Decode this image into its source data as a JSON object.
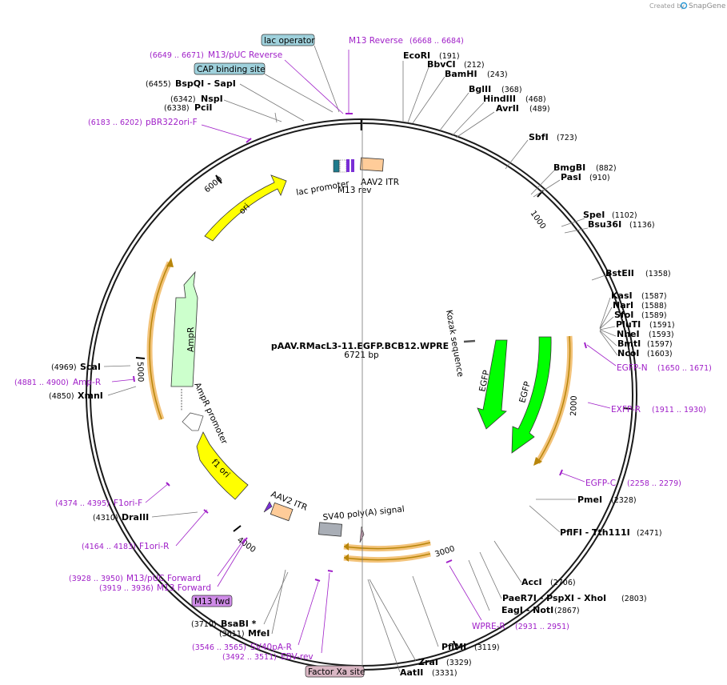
{
  "credit": {
    "created_by": "Created by",
    "brand": "SnapGene"
  },
  "plasmid": {
    "name": "pAAV.RMacL3-11.EGFP.BCB12.WPRE",
    "length_label": "6721 bp"
  },
  "ticks": [
    "1000",
    "2000",
    "3000",
    "4000",
    "5000",
    "6000"
  ],
  "boxed_labels": [
    "lac operator",
    "CAP binding site",
    "M13 fwd",
    "Factor Xa site"
  ],
  "sites": [
    {
      "name": "EcoRI",
      "pos": "(191)"
    },
    {
      "name": "BbvCI",
      "pos": "(212)"
    },
    {
      "name": "BamHI",
      "pos": "(243)"
    },
    {
      "name": "BglII",
      "pos": "(368)"
    },
    {
      "name": "HindIII",
      "pos": "(468)"
    },
    {
      "name": "AvrII",
      "pos": "(489)"
    },
    {
      "name": "SbfI",
      "pos": "(723)"
    },
    {
      "name": "BmgBI",
      "pos": "(882)"
    },
    {
      "name": "PasI",
      "pos": "(910)"
    },
    {
      "name": "SpeI",
      "pos": "(1102)"
    },
    {
      "name": "Bsu36I",
      "pos": "(1136)"
    },
    {
      "name": "BstEII",
      "pos": "(1358)"
    },
    {
      "name": "KasI",
      "pos": "(1587)"
    },
    {
      "name": "NarI",
      "pos": "(1588)"
    },
    {
      "name": "SfoI",
      "pos": "(1589)"
    },
    {
      "name": "PluTI",
      "pos": "(1591)"
    },
    {
      "name": "NheI",
      "pos": "(1593)"
    },
    {
      "name": "BmtI",
      "pos": "(1597)"
    },
    {
      "name": "NcoI",
      "pos": "(1603)"
    },
    {
      "name": "PmeI",
      "pos": "(2328)"
    },
    {
      "name": "PflFI - Tth111I",
      "pos": "(2471)"
    },
    {
      "name": "AccI",
      "pos": "(2706)"
    },
    {
      "name": "PaeR7I - PspXI - XhoI",
      "pos": "(2803)"
    },
    {
      "name": "EagI - NotI",
      "pos": "(2867)"
    },
    {
      "name": "PflMI",
      "pos": "(3119)"
    },
    {
      "name": "ZraI",
      "pos": "(3329)"
    },
    {
      "name": "AatII",
      "pos": "(3331)"
    },
    {
      "name": "BsaBI *",
      "pos": "(3710)"
    },
    {
      "name": "MfeI",
      "pos": "(3611)"
    },
    {
      "name": "DraIII",
      "pos": "(4310)"
    },
    {
      "name": "XmnI",
      "pos": "(4850)"
    },
    {
      "name": "ScaI",
      "pos": "(4969)"
    },
    {
      "name": "PciI",
      "pos": "(6338)"
    },
    {
      "name": "NspI",
      "pos": "(6342)"
    },
    {
      "name": "BspQI - SapI",
      "pos": "(6455)"
    }
  ],
  "primers": [
    {
      "name": "M13 Reverse",
      "range": "(6668 .. 6684)"
    },
    {
      "name": "M13/pUC Reverse",
      "range": "(6649 .. 6671)"
    },
    {
      "name": "pBR322ori-F",
      "range": "(6183 .. 6202)"
    },
    {
      "name": "EGFP-N",
      "range": "(1650 .. 1671)"
    },
    {
      "name": "EXFP-R",
      "range": "(1911 .. 1930)"
    },
    {
      "name": "EGFP-C",
      "range": "(2258 .. 2279)"
    },
    {
      "name": "WPRE-R",
      "range": "(2931 .. 2951)"
    },
    {
      "name": "EBV-rev",
      "range": "(3492 .. 3511)"
    },
    {
      "name": "SV40pA-R",
      "range": "(3546 .. 3565)"
    },
    {
      "name": "M13 Forward",
      "range": "(3919 .. 3936)"
    },
    {
      "name": "M13/pUC Forward",
      "range": "(3928 .. 3950)"
    },
    {
      "name": "F1ori-R",
      "range": "(4164 .. 4183)"
    },
    {
      "name": "F1ori-F",
      "range": "(4374 .. 4395)"
    },
    {
      "name": "Amp-R",
      "range": "(4881 .. 4900)"
    }
  ],
  "features": [
    {
      "name": "AAV2 ITR"
    },
    {
      "name": "lac promoter"
    },
    {
      "name": "M13 rev"
    },
    {
      "name": "Kozak sequence"
    },
    {
      "name": "EGFP"
    },
    {
      "name": "EGFP"
    },
    {
      "name": "SV40 poly(A) signal"
    },
    {
      "name": "AAV2 ITR"
    },
    {
      "name": "f1 ori"
    },
    {
      "name": "AmpR promoter"
    },
    {
      "name": "AmpR"
    },
    {
      "name": "ori"
    }
  ]
}
